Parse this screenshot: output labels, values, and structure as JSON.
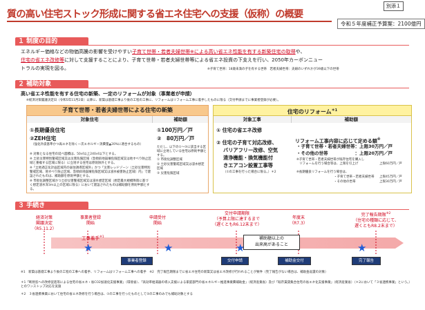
{
  "header": {
    "title": "質の高い住宅ストック形成に関する省エネ住宅への支援（仮称）の概要",
    "annex": "別添１",
    "budget": "令和５年度補正予算案：2100億円"
  },
  "section1": {
    "heading": "１ 制度の目的",
    "line1_a": "エネルギー価格などの物価高騰の影響を受けやすい",
    "line1_b": "子育て世帯・若者夫婦世帯",
    "line1_c": "※による高い省エネ性能を有する新築住宅の取得",
    "line1_d": "や、",
    "line2_a": "住宅の省エネ改修等",
    "line2_b": "に対して支援することにより、子育て世帯・若者夫婦世帯等による省エネ投資の下支えを行い、2050年カーボンニュー",
    "line3": "トラルの実現を図る。",
    "note": "※子育て世帯：18歳未満の子を有する世帯　若者夫婦世帯：夫婦のいずれかが39歳以下の世帯"
  },
  "section2": {
    "heading": "２ 補助対象",
    "intro": "高い省エネ性能を有する住宅の新築、一定のリフォームが対象（事業者が申請）",
    "intro_note": "※経済対策閣議決定日（令和5年11月2日）以降に、新築は基礎工事より後の工程の工事に、リフォームはリフォーム工事に着手したものに限る（交付申請までに事業者登録が必要）。",
    "new_build": {
      "header": "子育て世帯・若者夫婦世帯による住宅の新築",
      "col_target": "対象住宅",
      "col_amount": "補助額",
      "item1": "①長期優良住宅",
      "item2": "②ZEH住宅",
      "item2_note": "（強化外皮基準かつ再エネを除く一次エネルギー消費量▲20%に適合するもの）",
      "amount1": "①100万円／戸",
      "amount2": "②　80万円／戸",
      "fine1": "※ 対象となる住宅の延べ面積は、50㎡以上240㎡以下とする。",
      "fine2": "※ 土砂災害特別警戒区域又は災害危険区域（急傾斜地崩壊危険区域又は地すべり防止区域と重複する区域に限る）に立地する住宅は原則除外とする。",
      "fine3": "※「立地適正化計画区域内の居住誘導区域外」かつ「災害レッドゾーン（土砂災害特別警戒区域、地すべり防止区域、急傾斜地崩壊危険区域又は浸水被害防止区域）内」で建設されたものは、補助額を原則半額とする。",
      "fine4": "※ 市街化調整区域かつ土砂災害警戒区域又は浸水想定区域（想定最大規模降雨に基づく想定浸水深3m以上の区域に限る）において建設されたものは補助額を原則半額とする。",
      "side1": "ただし、以下の①〜③に該当する区域に立地している住宅は原則半額とする。",
      "side2": "① 市街化調整区域",
      "side3": "② 土砂災害警戒区域又は浸水想定区域",
      "side4": "③ 災害危険区域"
    },
    "reform": {
      "header": "住宅のリフォーム",
      "header_sup": "＊1",
      "col_work": "対象工事",
      "col_amount": "補助額",
      "item1": "① 住宅の省エネ改修",
      "item2": "② 住宅の子育て対応改修、",
      "item2b": "バリアフリー改修、空気",
      "item2c": "清浄機能・換気機能付",
      "item2d": "きエアコン設置工事等",
      "item2e": "（①の工事を行った場合に限る。）",
      "item2_sup": "＊2",
      "limit_title": "リフォーム工事内容に応じて定める額",
      "limit_sup": "※",
      "limit1": "・子育て世帯・若者夫婦世帯：上限30万円／戸",
      "limit2": "・その他の世帯　　　　　　：上限20万円／戸",
      "extra_a": "※子育て世帯・若者夫婦世帯が既存住宅を購入し",
      "extra_b": "リフォームを行う場合等は、上限を引上げ",
      "extra_amt": "上限60万円／戸",
      "long_note": "※長期優良リフォームを行う場合は、",
      "long1": "・子育て世帯・若者夫婦世帯",
      "long1_amt": "上限45万円／戸",
      "long2": "・その他の世帯",
      "long2_amt": "上限30万円／戸"
    }
  },
  "section3": {
    "heading": "３ 手続き",
    "labels": {
      "cabinet_a": "経済対策",
      "cabinet_b": "閣議決定",
      "cabinet_c": "（R5.11.2）",
      "biz_reg_a": "事業者登録",
      "biz_reg_b": "開始",
      "apply_a": "申請受付",
      "apply_b": "開始",
      "deadline_a": "交付申請期限",
      "deadline_b": "（予算上限に達するまで",
      "deadline_c": "（遅くともR6.12末まで）",
      "fy_end_a": "年度末",
      "fy_end_b": "（R7.3）",
      "report_a": "完了報告期限",
      "report_sup": "※2",
      "report_b": "（住宅の種類に応じて、",
      "report_c": "遅くともR8.2末まで）"
    },
    "construction": "工事着手",
    "construction_sup": "※1",
    "steps": {
      "biz_reg": "事業者登録",
      "apply": "交付申請",
      "grant": "補助金交付",
      "report": "完了報告"
    },
    "callout_a": "補助額以上の",
    "callout_b": "出来高があること",
    "note1": "※1　新築は基礎工事より後の工程の工事への着手、リフォームはリフォーム工事への着手　※2　完了報告期限までに省エネ住宅の新築又は省エネ改修が行われることが要件（完了報告がない場合は、補助金返還の対象）",
    "footnote1": "＊1「断熱窓への改修促進等による住宅の省エネ・省CO2加速化支援事業」（環境省）、「高効率給湯器の導入支援による家庭部門の省エネルギー推進事業費補助金」（経済産業省）及び「既存賃貸集合住宅の省エネ化支援事業」（経済産業省）（＊2において「３省連携事業」という。）とのワンストップ対応を実施",
    "footnote2": "＊2　３省連携事業において住宅の省エネ改修を行う場合は、①の工事を行ったものとして②の工事のみでも補助対象とする"
  },
  "colors": {
    "accent": "#c0392b",
    "section": "#e85a5a",
    "star": "#1e5cd7",
    "step": "#1f3c78"
  }
}
